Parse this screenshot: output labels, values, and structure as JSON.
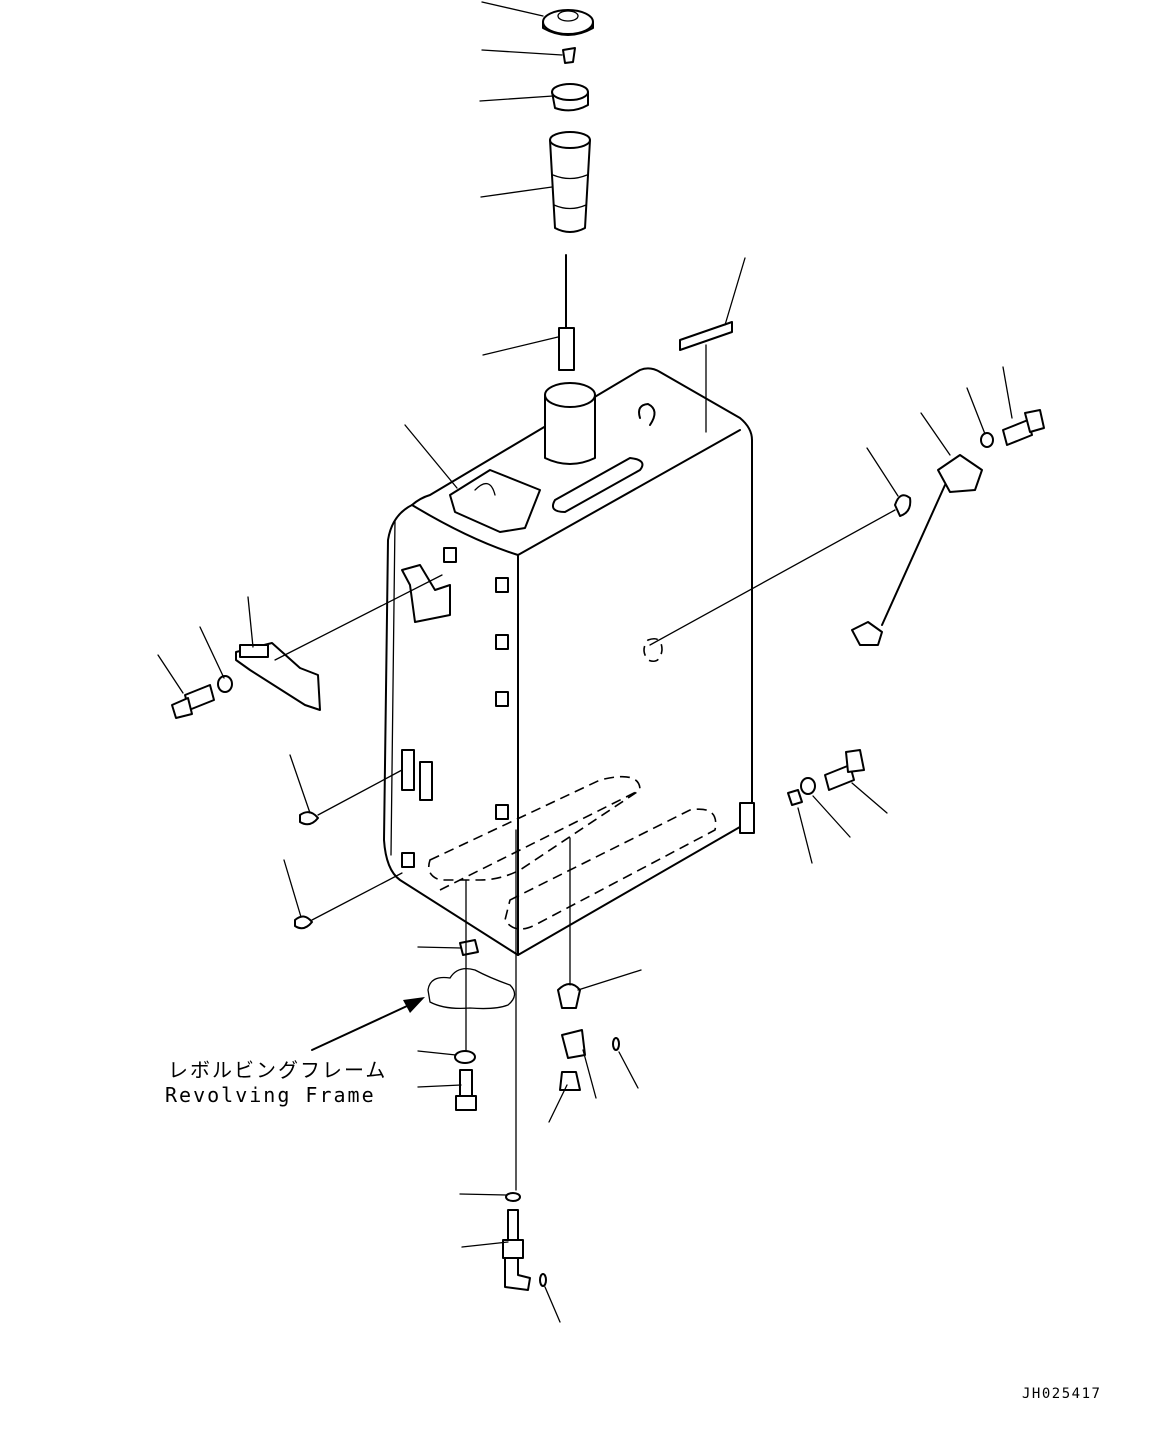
{
  "diagram": {
    "type": "exploded parts diagram",
    "subject": "fuel tank",
    "callout_japanese": "レボルビングフレーム",
    "callout_english": "Revolving Frame",
    "drawing_number": "JH025417"
  }
}
